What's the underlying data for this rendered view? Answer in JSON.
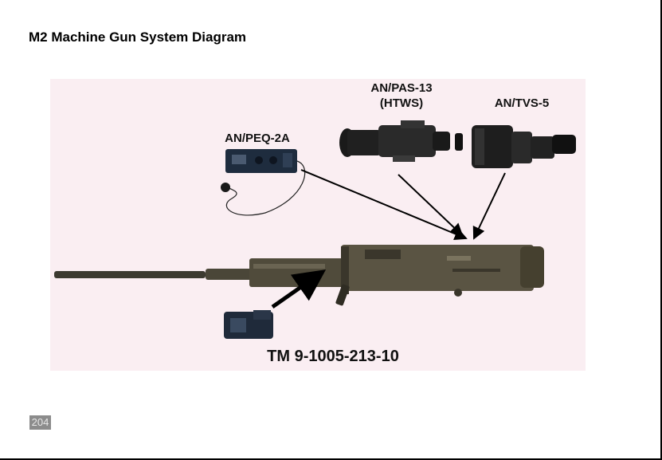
{
  "slide": {
    "title": "M2 Machine Gun System Diagram",
    "page_number": "204"
  },
  "figure": {
    "labels": {
      "pas13_line1": "AN/PAS-13",
      "pas13_line2": "(HTWS)",
      "tvs5": "AN/TVS-5",
      "peq2a": "AN/PEQ-2A",
      "tm": "TM 9-1005-213-10"
    }
  },
  "colors": {
    "figure_background": "#faeef2",
    "page_badge": "#8c8c8c"
  }
}
